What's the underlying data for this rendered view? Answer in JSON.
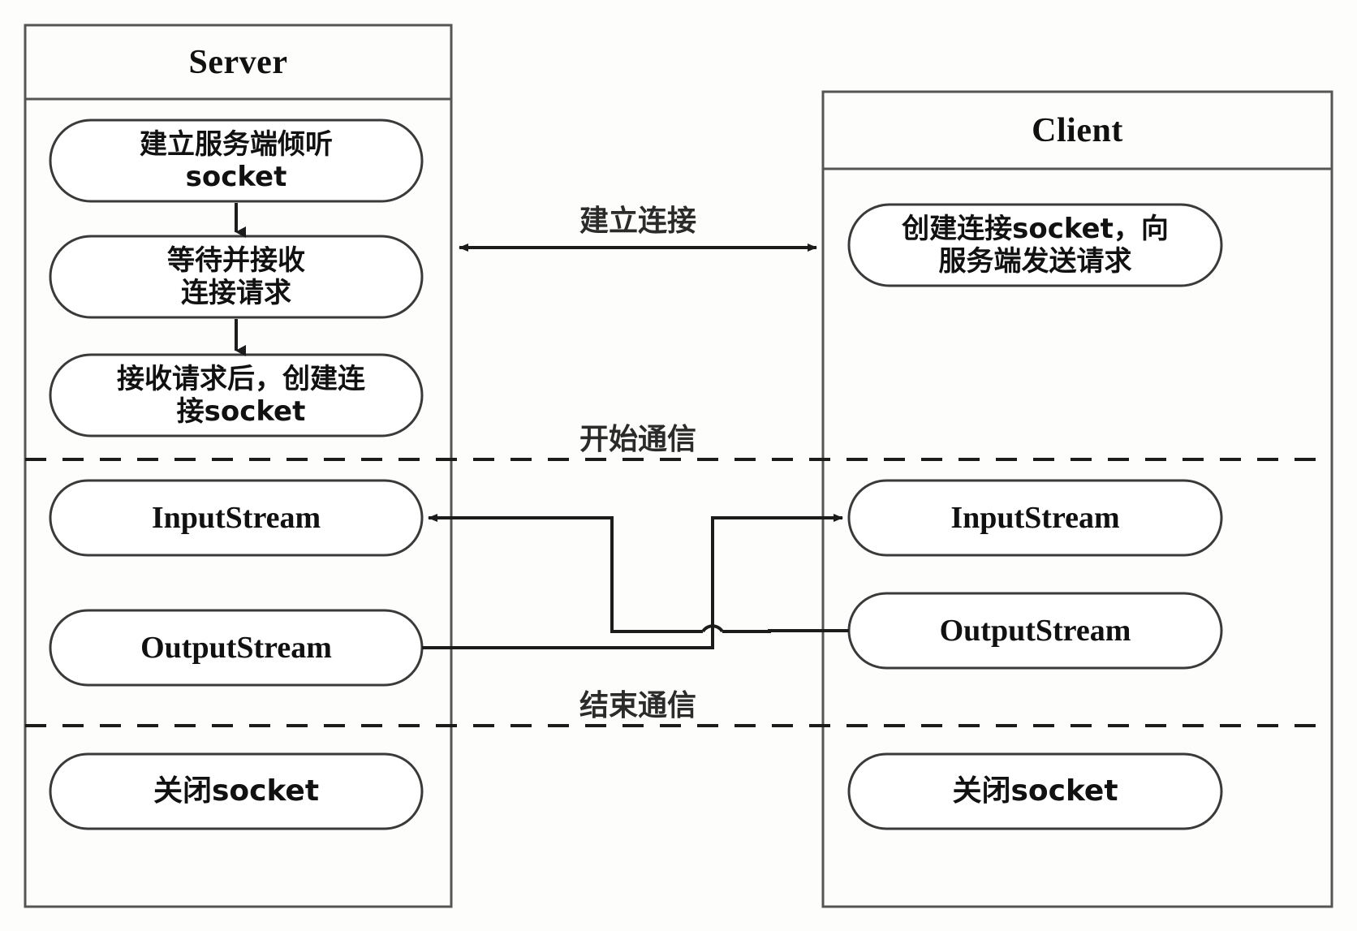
{
  "diagram": {
    "title_server": "Server",
    "title_client": "Client",
    "server_nodes": [
      {
        "id": "server-listen-socket",
        "text": "建立服务端倾听\nsocket"
      },
      {
        "id": "server-wait-accept",
        "text": "等待并接收\n连接请求"
      },
      {
        "id": "server-create-conn-socket",
        "text": "接收请求后，创建连\n接socket"
      },
      {
        "id": "server-input-stream",
        "text": "InputStream"
      },
      {
        "id": "server-output-stream",
        "text": "OutputStream"
      },
      {
        "id": "server-close-socket",
        "text": "关闭socket"
      }
    ],
    "client_nodes": [
      {
        "id": "client-create-conn-socket",
        "text": "创建连接socket，向\n服务端发送请求"
      },
      {
        "id": "client-input-stream",
        "text": "InputStream"
      },
      {
        "id": "client-output-stream",
        "text": "OutputStream"
      },
      {
        "id": "client-close-socket",
        "text": "关闭socket"
      }
    ],
    "edge_labels": [
      {
        "id": "establish-connection",
        "text": "建立连接"
      },
      {
        "id": "start-communication",
        "text": "开始通信"
      },
      {
        "id": "end-communication",
        "text": "结束通信"
      }
    ],
    "colors": {
      "stroke": "#333333",
      "panel_stroke": "#4a4a4a",
      "text": "#111111",
      "background": "#fdfdfb"
    }
  }
}
